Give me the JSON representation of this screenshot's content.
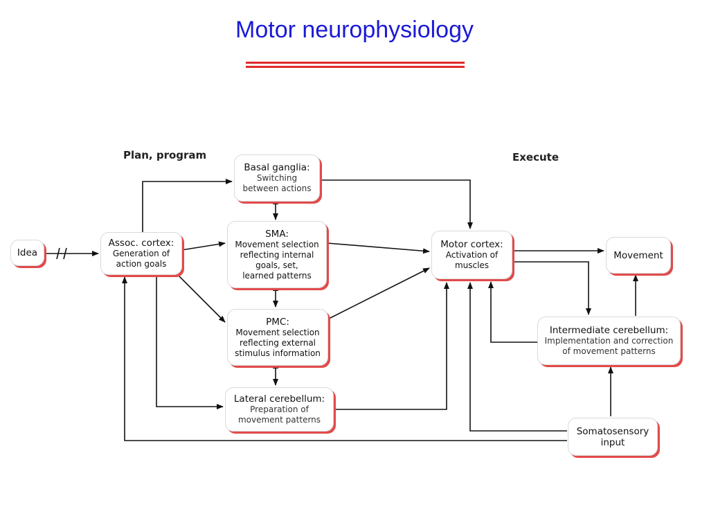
{
  "title": "Motor neurophysiology",
  "colors": {
    "title": "#1a1ad6",
    "rule": "#e02a2a",
    "box_shadow": "#e24a4a",
    "arrow": "#111111"
  },
  "diagram": {
    "plan_label": "Plan, program",
    "execute_label": "Execute",
    "idea": {
      "label": "Idea"
    },
    "assoc": {
      "title": "Assoc. cortex:",
      "lines": [
        "Generation of",
        "action goals"
      ]
    },
    "basal": {
      "title": "Basal ganglia:",
      "lines": [
        "Switching",
        "between actions"
      ]
    },
    "sma": {
      "title": "SMA:",
      "lines": [
        "Movement selection",
        "reflecting internal",
        "goals, set,",
        "learned patterns"
      ]
    },
    "pmc": {
      "title": "PMC:",
      "lines": [
        "Movement selection",
        "reflecting external",
        "stimulus information"
      ]
    },
    "lateral": {
      "title": "Lateral cerebellum:",
      "lines": [
        "Preparation of",
        "movement patterns"
      ]
    },
    "motor": {
      "title": "Motor cortex:",
      "lines": [
        "Activation of",
        "muscles"
      ]
    },
    "movement": {
      "label": "Movement"
    },
    "intermediate": {
      "title": "Intermediate cerebellum:",
      "lines": [
        "Implementation and correction",
        "of movement patterns"
      ]
    },
    "somato": {
      "lines": [
        "Somatosensory",
        "input"
      ]
    }
  }
}
